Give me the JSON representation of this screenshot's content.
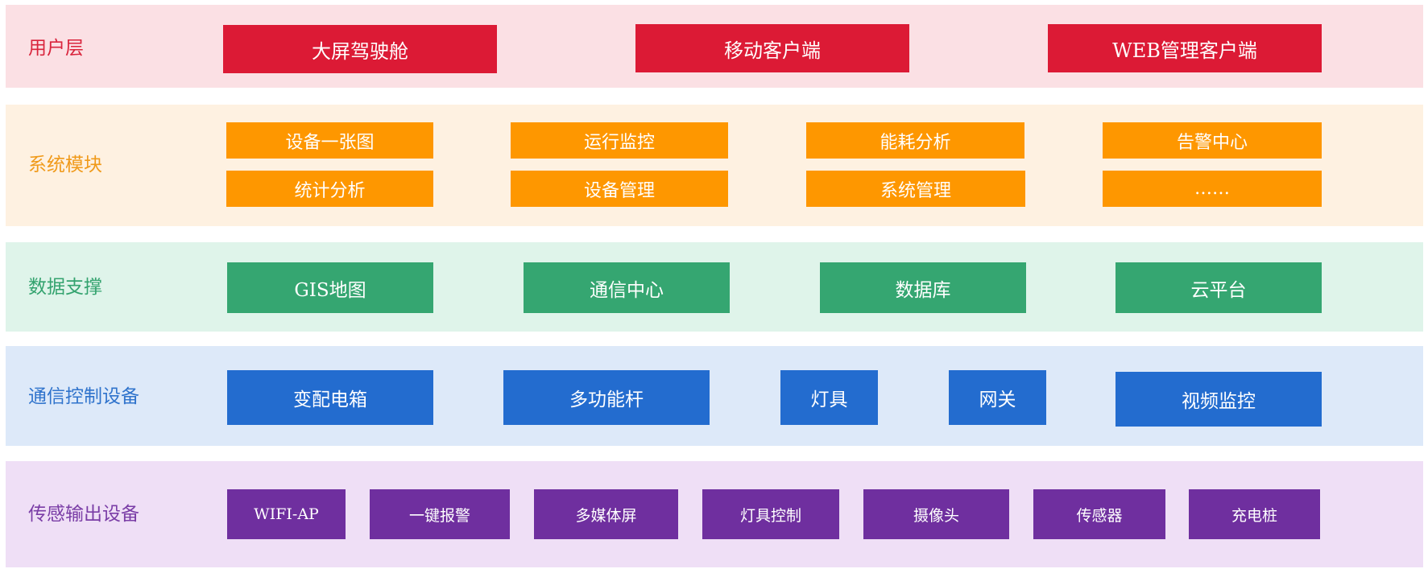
{
  "colors": {
    "user_layer_bg": "#fbe0e4",
    "user_layer_box": "#dc1a35",
    "module_layer_bg": "#fef1e1",
    "module_layer_box": "#fe9700",
    "data_layer_bg": "#dff4ea",
    "data_layer_box": "#35a671",
    "comm_layer_bg": "#dde9f9",
    "comm_layer_box": "#236ccf",
    "sensor_layer_bg": "#efdff6",
    "sensor_layer_box": "#6f2f9f"
  },
  "layers": [
    {
      "label": "用户层",
      "items": [
        "大屏驾驶舱",
        "移动客户端",
        "WEB管理客户端"
      ]
    },
    {
      "label": "系统模块",
      "items": [
        "设备一张图",
        "运行监控",
        "能耗分析",
        "告警中心",
        "统计分析",
        "设备管理",
        "系统管理",
        "……"
      ]
    },
    {
      "label": "数据支撑",
      "items": [
        "GIS地图",
        "通信中心",
        "数据库",
        "云平台"
      ]
    },
    {
      "label": "通信控制设备",
      "items": [
        "变配电箱",
        "多功能杆",
        "灯具",
        "网关",
        "视频监控"
      ]
    },
    {
      "label": "传感输出设备",
      "items": [
        "WIFI-AP",
        "一键报警",
        "多媒体屏",
        "灯具控制",
        "摄像头",
        "传感器",
        "充电桩"
      ]
    }
  ]
}
